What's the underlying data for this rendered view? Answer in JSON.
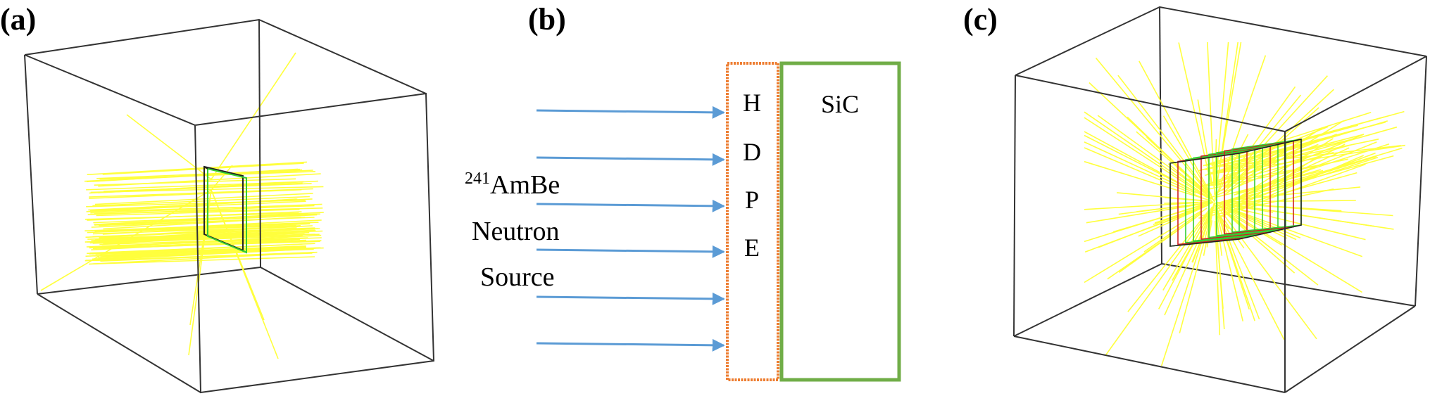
{
  "panels": {
    "a": {
      "label": "(a)"
    },
    "b": {
      "label": "(b)",
      "source": {
        "isotope_mass": "241",
        "isotope": "AmBe",
        "line2": "Neutron",
        "line3": "Source"
      },
      "hdpe_letters": [
        "H",
        "D",
        "P",
        "E"
      ],
      "sic_label": "SiC"
    },
    "c": {
      "label": "(c)"
    }
  },
  "colors": {
    "arrow": "#5b9bd5",
    "hdpe_border": "#ed7d31",
    "sic_border": "#70ad47",
    "track": "#ffff33",
    "cube_edge": "#333333",
    "detector_green": "#33cc33",
    "detector_red": "#cc2222"
  }
}
